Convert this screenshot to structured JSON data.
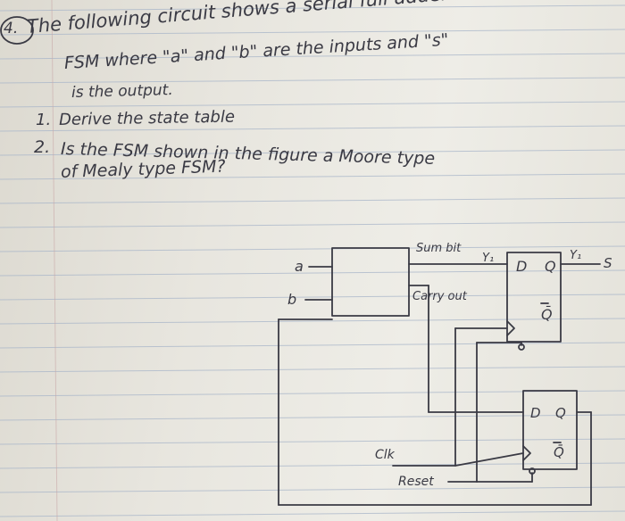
{
  "question": {
    "number": "4.",
    "intro_line1": "The following circuit shows a serial full adder",
    "intro_line2": "FSM where \"a\" and \"b\" are the inputs and \"s\"",
    "intro_line3": "is the output.",
    "tasks": [
      {
        "number": "1.",
        "text": "Derive the state table"
      },
      {
        "number": "2.",
        "text": "Is the FSM shown in the figure a Moore type"
      }
    ],
    "task2_line2": "of Mealy type FSM?"
  },
  "circuit": {
    "input_a": "a",
    "input_b": "b",
    "sum_bit": "Sum bit",
    "y1_left": "Y₁",
    "y1_right": "Y₁",
    "carry_out": "Carry out",
    "output_s": "S",
    "ff_top": {
      "d": "D",
      "q": "Q",
      "qbar": "Q̄"
    },
    "ff_bottom": {
      "d": "D",
      "q": "Q",
      "qbar": "Q̄"
    },
    "clk": "Clk",
    "reset": "Reset"
  },
  "colors": {
    "ink": "#3a3a44",
    "rule": "#a9b6c9",
    "paper": "#e8e6df"
  }
}
